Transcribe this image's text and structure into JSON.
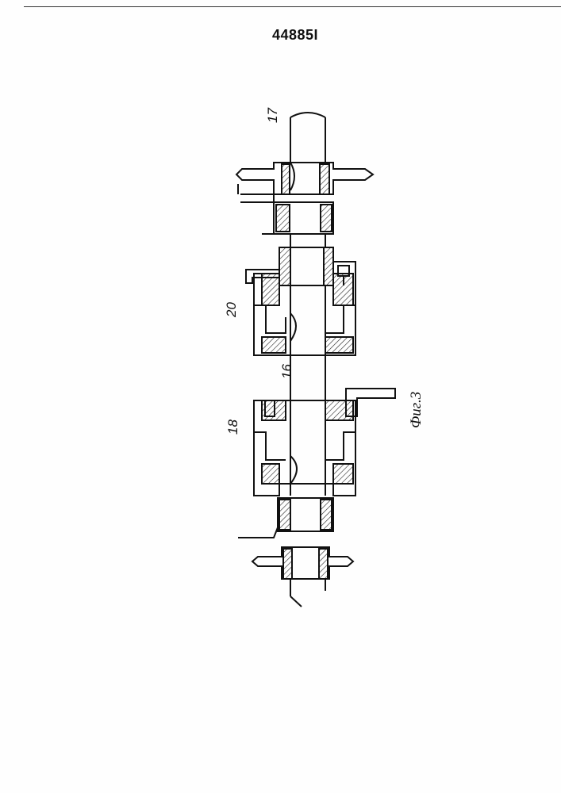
{
  "header": {
    "patent_number": "44885I"
  },
  "labels": {
    "shaft_upper": "17",
    "unit_upper": "20",
    "shaft_middle": "16",
    "unit_lower": "18"
  },
  "caption": "Фиг.3"
}
